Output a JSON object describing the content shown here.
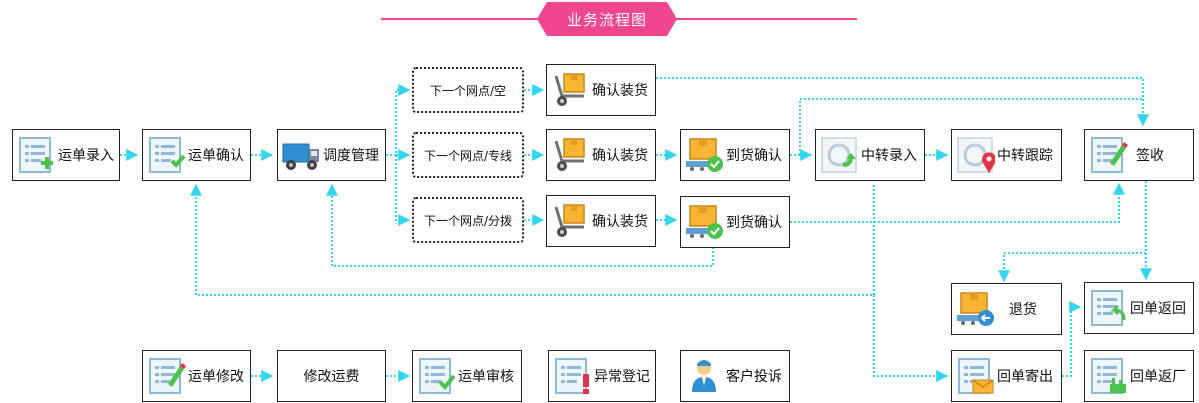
{
  "title": "业务流程图",
  "colors": {
    "accent": "#f0458f",
    "connector": "#33d6ee",
    "border": "#222222"
  },
  "nodes": {
    "waybill_entry": {
      "label": "运单录入",
      "icon": "form-add-icon"
    },
    "waybill_confirm": {
      "label": "运单确认",
      "icon": "form-check-icon"
    },
    "dispatch": {
      "label": "调度管理",
      "icon": "truck-icon"
    },
    "next_empty": {
      "label": "下一个网点/空"
    },
    "next_line": {
      "label": "下一个网点/专线"
    },
    "next_distribute": {
      "label": "下一个网点/分拨"
    },
    "load_confirm_1": {
      "label": "确认装货",
      "icon": "hand-truck-icon"
    },
    "load_confirm_2": {
      "label": "确认装货",
      "icon": "hand-truck-icon"
    },
    "load_confirm_3": {
      "label": "确认装货",
      "icon": "hand-truck-icon"
    },
    "arrival_confirm_1": {
      "label": "到货确认",
      "icon": "package-check-icon"
    },
    "arrival_confirm_2": {
      "label": "到货确认",
      "icon": "package-check-icon"
    },
    "transfer_entry": {
      "label": "中转录入",
      "icon": "transfer-arrow-icon"
    },
    "transfer_track": {
      "label": "中转跟踪",
      "icon": "transfer-pin-icon"
    },
    "sign": {
      "label": "签收",
      "icon": "sign-pen-icon"
    },
    "return_goods": {
      "label": "退货",
      "icon": "package-return-icon"
    },
    "receipt_return": {
      "label": "回单返回",
      "icon": "receipt-return-icon"
    },
    "receipt_send": {
      "label": "回单寄出",
      "icon": "receipt-mail-icon"
    },
    "receipt_factory": {
      "label": "回单返厂",
      "icon": "receipt-factory-icon"
    },
    "waybill_modify": {
      "label": "运单修改",
      "icon": "form-edit-icon"
    },
    "modify_fee": {
      "label": "修改运费"
    },
    "waybill_review": {
      "label": "运单审核",
      "icon": "form-check-icon"
    },
    "exception_register": {
      "label": "异常登记",
      "icon": "form-alert-icon"
    },
    "customer_complaint": {
      "label": "客户投诉",
      "icon": "person-icon"
    }
  }
}
